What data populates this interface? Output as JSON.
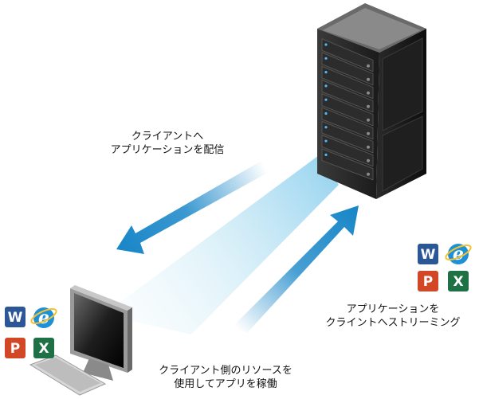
{
  "labels": {
    "deliver_line1": "クライアントへ",
    "deliver_line2": "アプリケーションを配信",
    "stream_line1": "アプリケーションを",
    "stream_line2": "クライントヘストリーミング",
    "local_line1": "クライアント側のリソースを",
    "local_line2": "使用してアプリを稼働"
  },
  "icons": {
    "server": "server-rack-icon",
    "client": "desktop-computer-icon",
    "word": "word-icon",
    "ie": "internet-explorer-icon",
    "powerpoint": "powerpoint-icon",
    "excel": "excel-icon"
  },
  "colors": {
    "arrow": "#1a87c8",
    "beam": "#bfe6f5",
    "word": "#2b5797",
    "ie": "#1e90d6",
    "powerpoint": "#d24726",
    "excel": "#1e7145"
  }
}
